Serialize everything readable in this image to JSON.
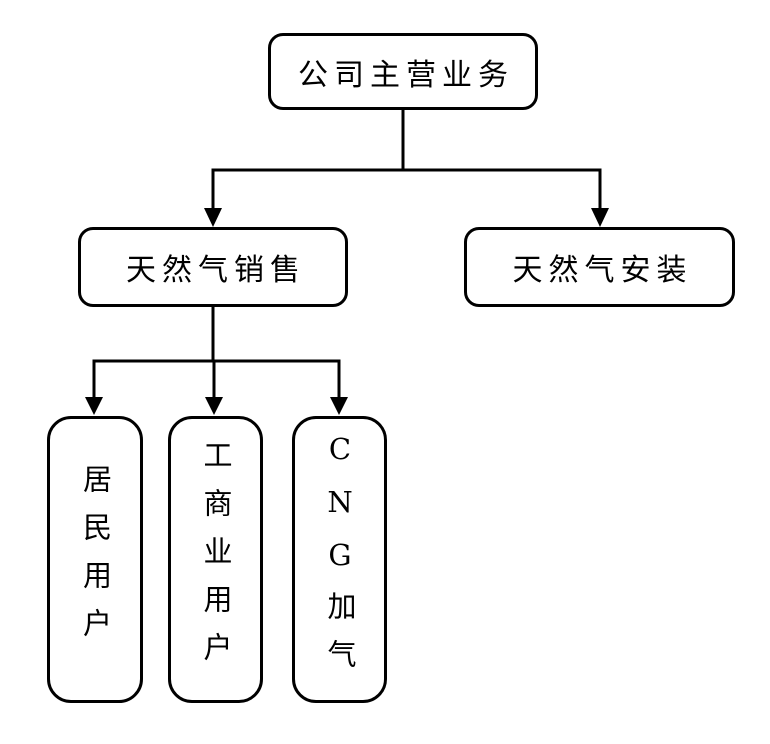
{
  "diagram": {
    "type": "org-chart",
    "colors": {
      "line": "#000000",
      "background": "#ffffff",
      "text": "#000000"
    },
    "root": {
      "label": "公司主营业务"
    },
    "level2": [
      {
        "label": "天然气销售"
      },
      {
        "label": "天然气安装"
      }
    ],
    "level3": [
      {
        "label": "居民用户"
      },
      {
        "label": "工商业用户"
      },
      {
        "label": "CNG加气"
      }
    ]
  }
}
